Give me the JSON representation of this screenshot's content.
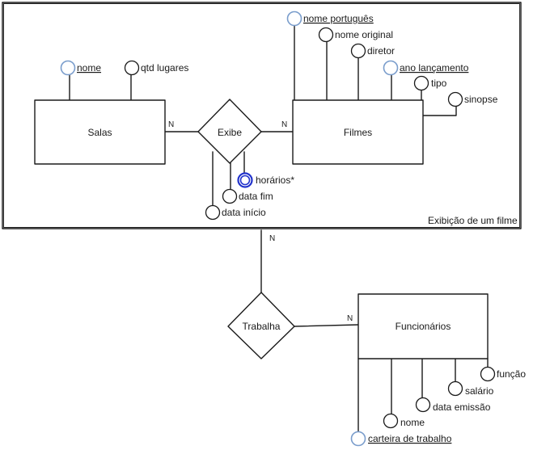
{
  "diagram": {
    "aggregation_label": "Exibição de um filme",
    "entities": {
      "salas": "Salas",
      "filmes": "Filmes",
      "funcionarios": "Funcionários"
    },
    "relationships": {
      "exibe": "Exibe",
      "trabalha": "Trabalha"
    },
    "cardinalities": {
      "salas_exibe": "N",
      "exibe_filmes": "N",
      "aggregation_trabalha": "N",
      "trabalha_funcionarios": "N"
    },
    "attributes": {
      "salas_nome": "nome",
      "salas_qtd_lugares": "qtd lugares",
      "exibe_horarios": "horários*",
      "exibe_data_fim": "data fim",
      "exibe_data_inicio": "data início",
      "filmes_nome_portugues": "nome português",
      "filmes_nome_original": "nome original",
      "filmes_diretor": "diretor",
      "filmes_ano_lancamento": "ano lançamento",
      "filmes_tipo": "tipo",
      "filmes_sinopse": "sinopse",
      "func_funcao": "função",
      "func_salario": "salário",
      "func_data_emissao": "data emissão",
      "func_nome": "nome",
      "func_carteira": "carteira de trabalho"
    },
    "colors": {
      "key_attribute": "#7a9dcc",
      "multivalued_attribute": "#2233cc",
      "outline": "#1a1a1a"
    }
  }
}
